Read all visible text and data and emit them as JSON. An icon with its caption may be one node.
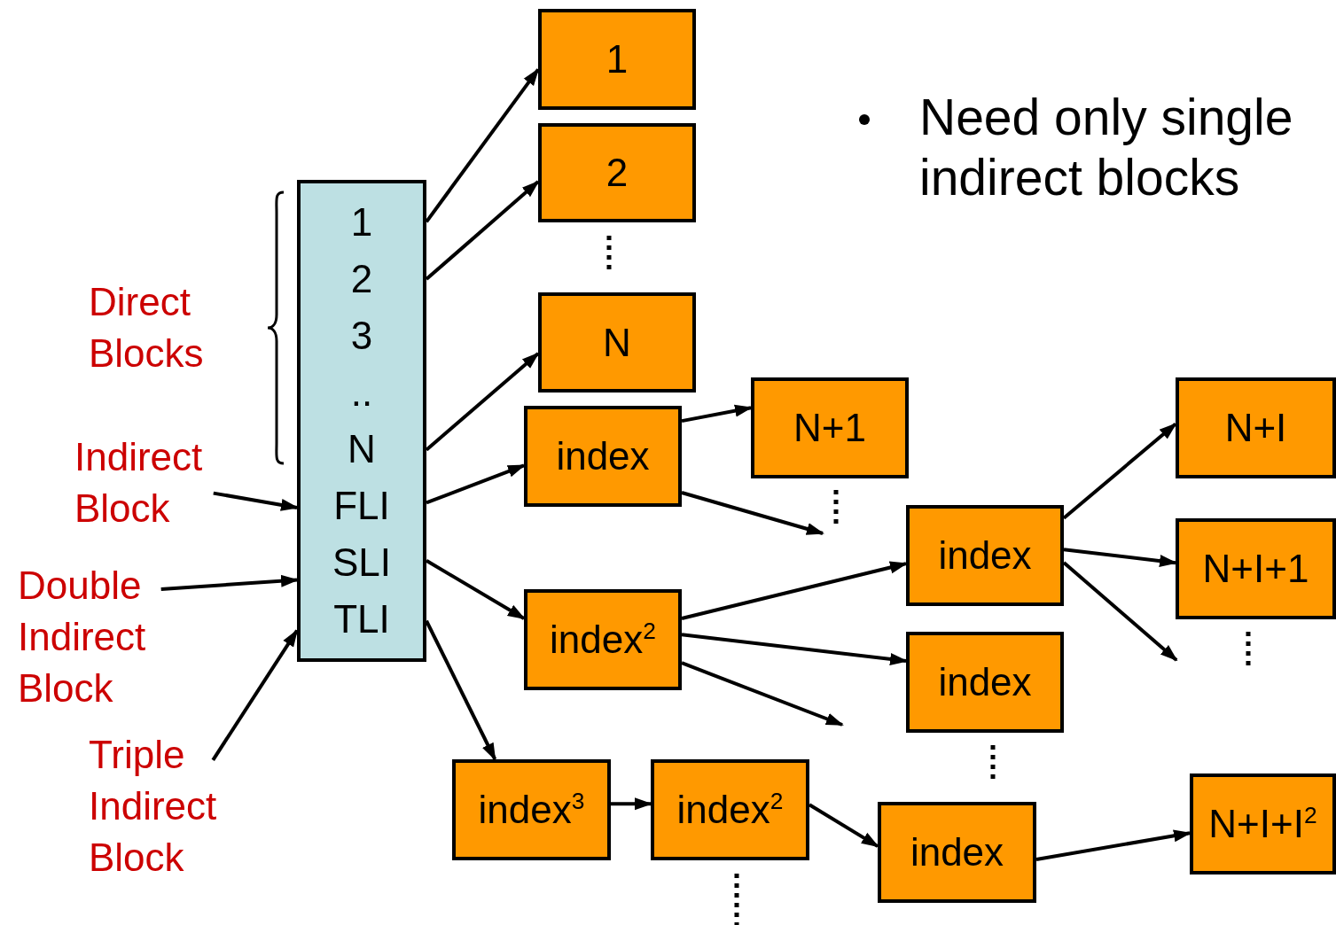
{
  "diagram": {
    "nodes": [
      {
        "text": [
          "1",
          "2",
          "3",
          "..",
          "N",
          "FLI",
          "SLI",
          "TLI"
        ]
      },
      {
        "text": [
          "1"
        ]
      },
      {
        "text": [
          "2"
        ]
      },
      {
        "text": [
          "N"
        ]
      },
      {
        "text": [
          "index"
        ]
      },
      {
        "text": [
          "N+1"
        ]
      },
      {
        "text": [
          "index$^{2}$"
        ]
      },
      {
        "text": [
          "index"
        ]
      },
      {
        "text": [
          "index"
        ]
      },
      {
        "text": [
          "N+I"
        ]
      },
      {
        "text": [
          "N+I+1"
        ]
      },
      {
        "text": [
          "index$^{3}$"
        ]
      },
      {
        "text": [
          "index$^{2}$"
        ]
      },
      {
        "text": [
          "index"
        ]
      },
      {
        "text": [
          "N+I+I$^{2}$"
        ]
      },
      {
        "text": [
          "Indirect Block"
        ]
      },
      {
        "text": [
          "Double Indirect Block"
        ]
      },
      {
        "text": [
          "Triple Indirect Block"
        ]
      }
    ],
    "edges": [
      {
        "from": 0,
        "to": 1,
        "arrow": "to"
      },
      {
        "from": 0,
        "to": 2,
        "arrow": "to"
      },
      {
        "from": 0,
        "to": 3,
        "arrow": "to"
      },
      {
        "from": 0,
        "to": 4,
        "arrow": "to"
      },
      {
        "from": 0,
        "to": 6,
        "arrow": "to"
      },
      {
        "from": 0,
        "to": 11,
        "arrow": "to"
      },
      {
        "from": 4,
        "to": 5,
        "arrow": "to"
      },
      {
        "from": 4,
        "to": null,
        "arrow": "to"
      },
      {
        "from": 6,
        "to": 7,
        "arrow": "to"
      },
      {
        "from": 6,
        "to": 8,
        "arrow": "to"
      },
      {
        "from": 6,
        "to": null,
        "arrow": "to"
      },
      {
        "from": 7,
        "to": 9,
        "arrow": "to"
      },
      {
        "from": 7,
        "to": 10,
        "arrow": "to"
      },
      {
        "from": 7,
        "to": null,
        "arrow": "to"
      },
      {
        "from": 11,
        "to": 12,
        "arrow": "to"
      },
      {
        "from": 12,
        "to": 13,
        "arrow": "to"
      },
      {
        "from": 13,
        "to": 14,
        "arrow": "to"
      },
      {
        "from": 15,
        "to": 0,
        "arrow": "to"
      },
      {
        "from": 16,
        "to": 0,
        "arrow": "to"
      },
      {
        "from": 17,
        "to": 0,
        "arrow": "to"
      }
    ],
    "labels": [
      "Direct Blocks",
      "Need only single indirect blocks"
    ]
  }
}
